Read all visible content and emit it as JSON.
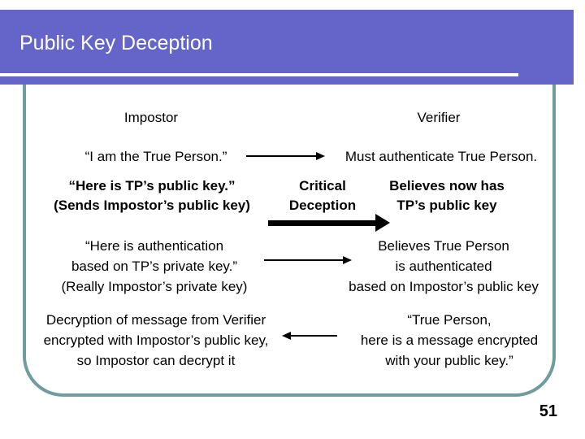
{
  "slide": {
    "title": "Public Key Deception",
    "page_number": "51",
    "colors": {
      "banner": "#6565C9",
      "frame_border": "#6F9C9C",
      "title_text": "#FFFFFF",
      "body_text": "#000000"
    },
    "columns": {
      "left": "Impostor",
      "right": "Verifier"
    },
    "rows": [
      {
        "left": [
          "“I am the True Person.”"
        ],
        "arrow": {
          "direction": "right",
          "weight": "thin"
        },
        "right": [
          "Must authenticate True Person."
        ]
      },
      {
        "left": [
          "“Here is TP’s public key.”",
          "(Sends Impostor’s public key)"
        ],
        "middle": [
          "Critical",
          "Deception"
        ],
        "arrow": {
          "direction": "right",
          "weight": "thick"
        },
        "right": [
          "Believes now has",
          "TP’s public key"
        ],
        "emphasis": "bold"
      },
      {
        "left": [
          "“Here is authentication",
          "based on TP’s private key.”",
          "(Really Impostor’s private key)"
        ],
        "arrow": {
          "direction": "right",
          "weight": "thin"
        },
        "right": [
          "Believes True Person",
          "is authenticated",
          "based on Impostor’s public key"
        ]
      },
      {
        "left": [
          "Decryption of message from Verifier",
          "encrypted with Impostor’s public key,",
          "so Impostor can decrypt it"
        ],
        "arrow": {
          "direction": "left",
          "weight": "thin"
        },
        "right": [
          "“True Person,",
          "here is a message encrypted",
          "with your public key.”"
        ]
      }
    ]
  }
}
